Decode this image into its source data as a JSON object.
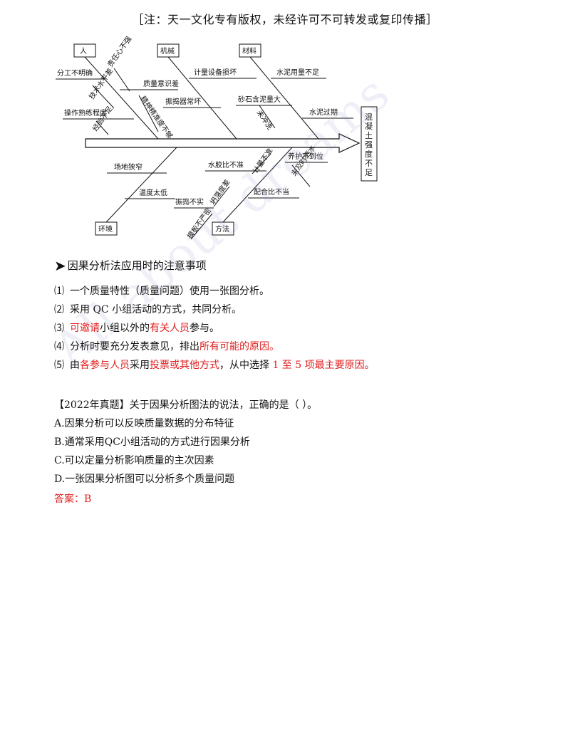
{
  "notice": "［注：天一文化专有版权，未经许可不可转发或复印传播］",
  "diagram": {
    "effect": "混凝土强度不足",
    "categories": {
      "people": "人",
      "machine": "机械",
      "material": "材料",
      "environment": "环境",
      "method": "方法"
    },
    "causes": {
      "people_1": "分工不明确",
      "people_2": "责任心不强",
      "people_3": "质量意识差",
      "people_4": "技术水平差",
      "people_5": "精神精准度不够",
      "people_6": "操作熟练程度",
      "people_7": "经验不足",
      "machine_1": "计量设备损坏",
      "machine_2": "振捣器常坏",
      "material_1": "水泥用量不足",
      "material_2": "砂石含泥量大",
      "material_3": "未冲洗",
      "material_4": "水泥过期",
      "env_1": "场地狭窄",
      "env_2": "温度太低",
      "method_1": "水胶比不准",
      "method_2": "计量不准",
      "method_3": "养护不到位",
      "method_4": "未及时洒水",
      "method_5": "配合比不当",
      "method_6": "坍落度差",
      "method_7": "振捣不实",
      "method_8": "模板不严密"
    }
  },
  "notes": {
    "title": "因果分析法应用时的注意事项",
    "items": [
      {
        "num": "⑴",
        "text": "一个质量特性（质量问题）使用一张图分析。"
      },
      {
        "num": "⑵",
        "text": "采用 QC 小组活动的方式，共同分析。"
      },
      {
        "num": "⑶",
        "red1": "可邀请",
        "text1": "小组以外的",
        "red2": "有关人员",
        "text2": "参与。"
      },
      {
        "num": "⑷",
        "text1": "分析时要充分发表意见，排出",
        "red1": "所有可能的原因。"
      },
      {
        "num": "⑸",
        "text1": "由",
        "red1": "各参与人员",
        "text2": "采用",
        "red2": "投票或其他方式",
        "text3": "，从中选择 ",
        "red3": "1 至 5 项最主要原因。"
      }
    ]
  },
  "question": {
    "tag": "【2022年真题】",
    "stem": "关于因果分析图法的说法，正确的是（    ）。",
    "options": [
      "A.因果分析可以反映质量数据的分布特征",
      "B.通常采用QC小组活动的方式进行因果分析",
      "C.可以定量分析影响质量的主次因素",
      "D.一张因果分析图可以分析多个质量问题"
    ],
    "answer": "答案：B"
  },
  "watermark": "All about dreams"
}
